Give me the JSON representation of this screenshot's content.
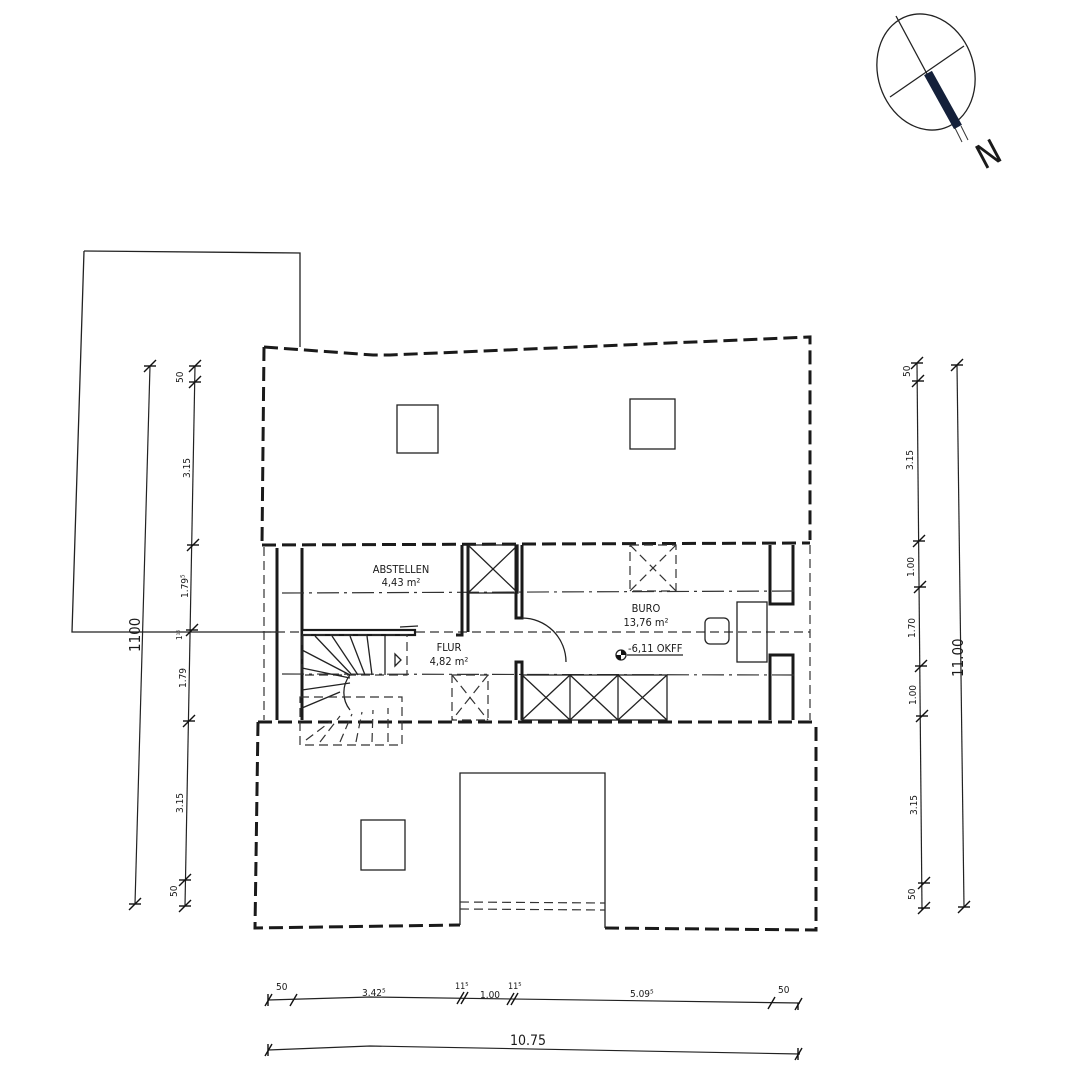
{
  "drawing": {
    "type": "floor plan (attic / Dachgeschoss)",
    "north_arrow": {
      "label": "N"
    },
    "rooms": [
      {
        "name": "ABSTELLEN",
        "area": "4,43 m²"
      },
      {
        "name": "FLUR",
        "area": "4,82 m²"
      },
      {
        "name": "BURO",
        "area": "13,76 m²"
      }
    ],
    "level_marker": {
      "text": "-6,11 OKFF"
    },
    "dimensions": {
      "left_inner": [
        "50",
        "3.15",
        "1.79⁵",
        "1¹⁵",
        "1.79",
        "3.15",
        "50"
      ],
      "left_total": "1100",
      "right_inner": [
        "50",
        "3.15",
        "1.00",
        "1.70",
        "1.00",
        "3.15",
        "50"
      ],
      "right_total": "11.00",
      "bottom_inner": [
        "50",
        "3.42⁵",
        "11⁵",
        "1.00",
        "11⁵",
        "5.09⁵",
        "50"
      ],
      "bottom_total": "10.75"
    }
  }
}
